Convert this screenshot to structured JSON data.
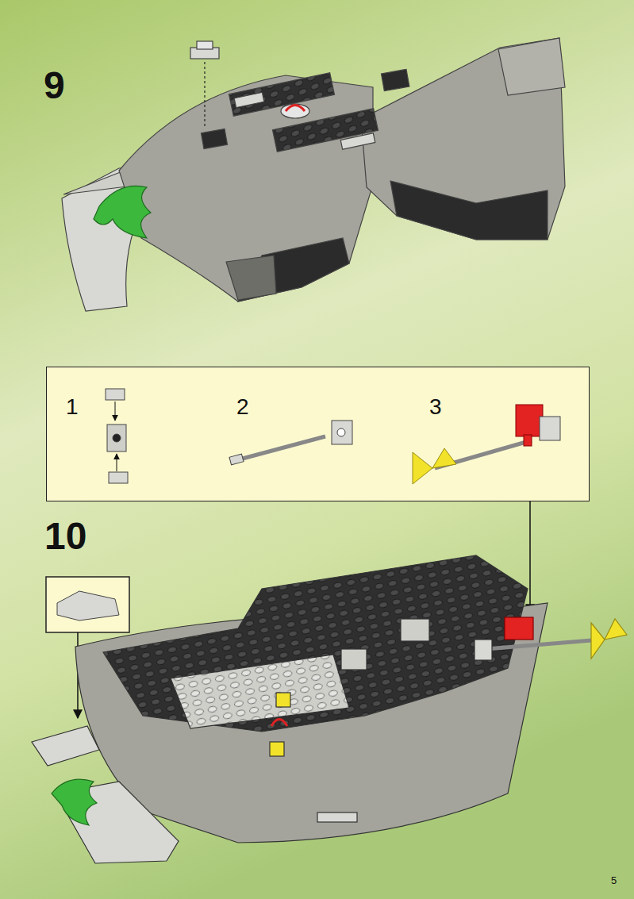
{
  "diagram": {
    "nodes": [
      {
        "text": [
          "1",
          "2",
          "3"
        ]
      }
    ],
    "labels": [
      "9",
      "10",
      "5"
    ]
  }
}
